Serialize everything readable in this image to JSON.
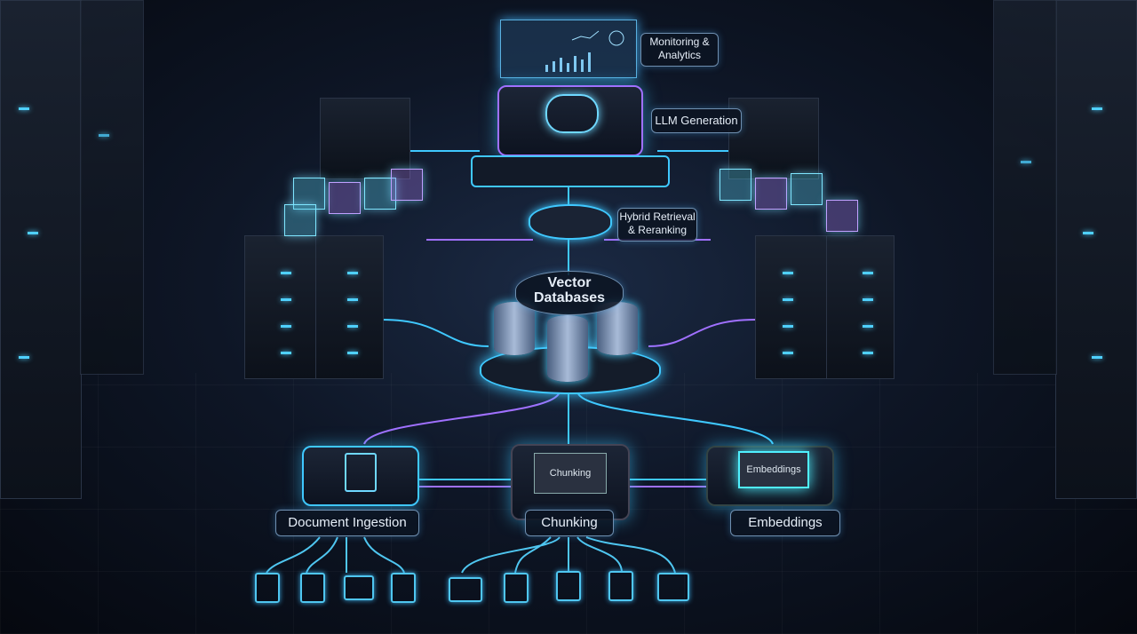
{
  "labels": {
    "monitoring": "Monitoring & Analytics",
    "llm": "LLM Generation",
    "retrieval": "Hybrid Retrieval & Reranking",
    "vector_db": "Vector Databases",
    "ingestion": "Document Ingestion",
    "chunking": "Chunking",
    "chunking_chip": "Chunking",
    "embeddings": "Embeddings",
    "embeddings_chip": "Embeddings"
  },
  "colors": {
    "cyan": "#3fc8ff",
    "purple": "#a070ff",
    "background": "#0a0f1a"
  }
}
